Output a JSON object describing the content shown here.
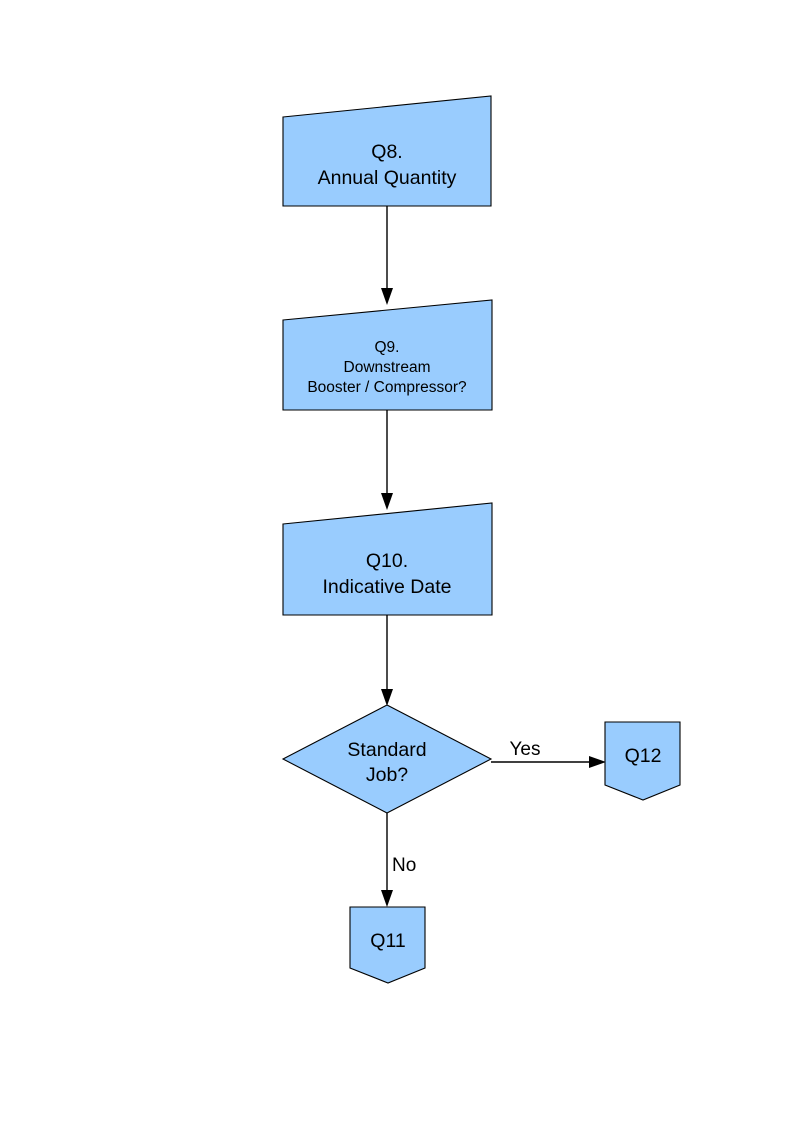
{
  "diagram": {
    "title": "Questionnaire Flow Q8 to Q12",
    "background_color": "#ffffff",
    "shape_fill_color": "#99ccfe",
    "shape_border_color": "#000000",
    "nodes": [
      {
        "id": "q8",
        "shape": "card-slanted-top",
        "lines": [
          "Q8.",
          "Annual Quantity"
        ],
        "text_size": "large"
      },
      {
        "id": "q9",
        "shape": "card-slanted-top",
        "lines": [
          "Q9.",
          "Downstream",
          "Booster / Compressor?"
        ],
        "text_size": "small"
      },
      {
        "id": "q10",
        "shape": "card-slanted-top",
        "lines": [
          "Q10.",
          "Indicative Date"
        ],
        "text_size": "large"
      },
      {
        "id": "decision",
        "shape": "diamond",
        "lines": [
          "Standard",
          "Job?"
        ],
        "text_size": "large"
      },
      {
        "id": "q12",
        "shape": "pentagon-down",
        "lines": [
          "Q12"
        ],
        "text_size": "large"
      },
      {
        "id": "q11",
        "shape": "pentagon-down",
        "lines": [
          "Q11"
        ],
        "text_size": "large"
      }
    ],
    "edges": [
      {
        "id": "q8-to-q9",
        "from": "q8",
        "to": "q9",
        "label": ""
      },
      {
        "id": "q9-to-q10",
        "from": "q9",
        "to": "q10",
        "label": ""
      },
      {
        "id": "q10-to-decision",
        "from": "q10",
        "to": "decision",
        "label": ""
      },
      {
        "id": "decision-to-q12",
        "from": "decision",
        "to": "q12",
        "label": "Yes"
      },
      {
        "id": "decision-to-q11",
        "from": "decision",
        "to": "q11",
        "label": "No"
      }
    ]
  },
  "labels": {
    "q8_line1": "Q8.",
    "q8_line2": "Annual Quantity",
    "q9_line1": "Q9.",
    "q9_line2": "Downstream",
    "q9_line3": "Booster / Compressor?",
    "q10_line1": "Q10.",
    "q10_line2": "Indicative Date",
    "decision_line1": "Standard",
    "decision_line2": "Job?",
    "q12_label": "Q12",
    "q11_label": "Q11",
    "edge_yes": "Yes",
    "edge_no": "No"
  }
}
